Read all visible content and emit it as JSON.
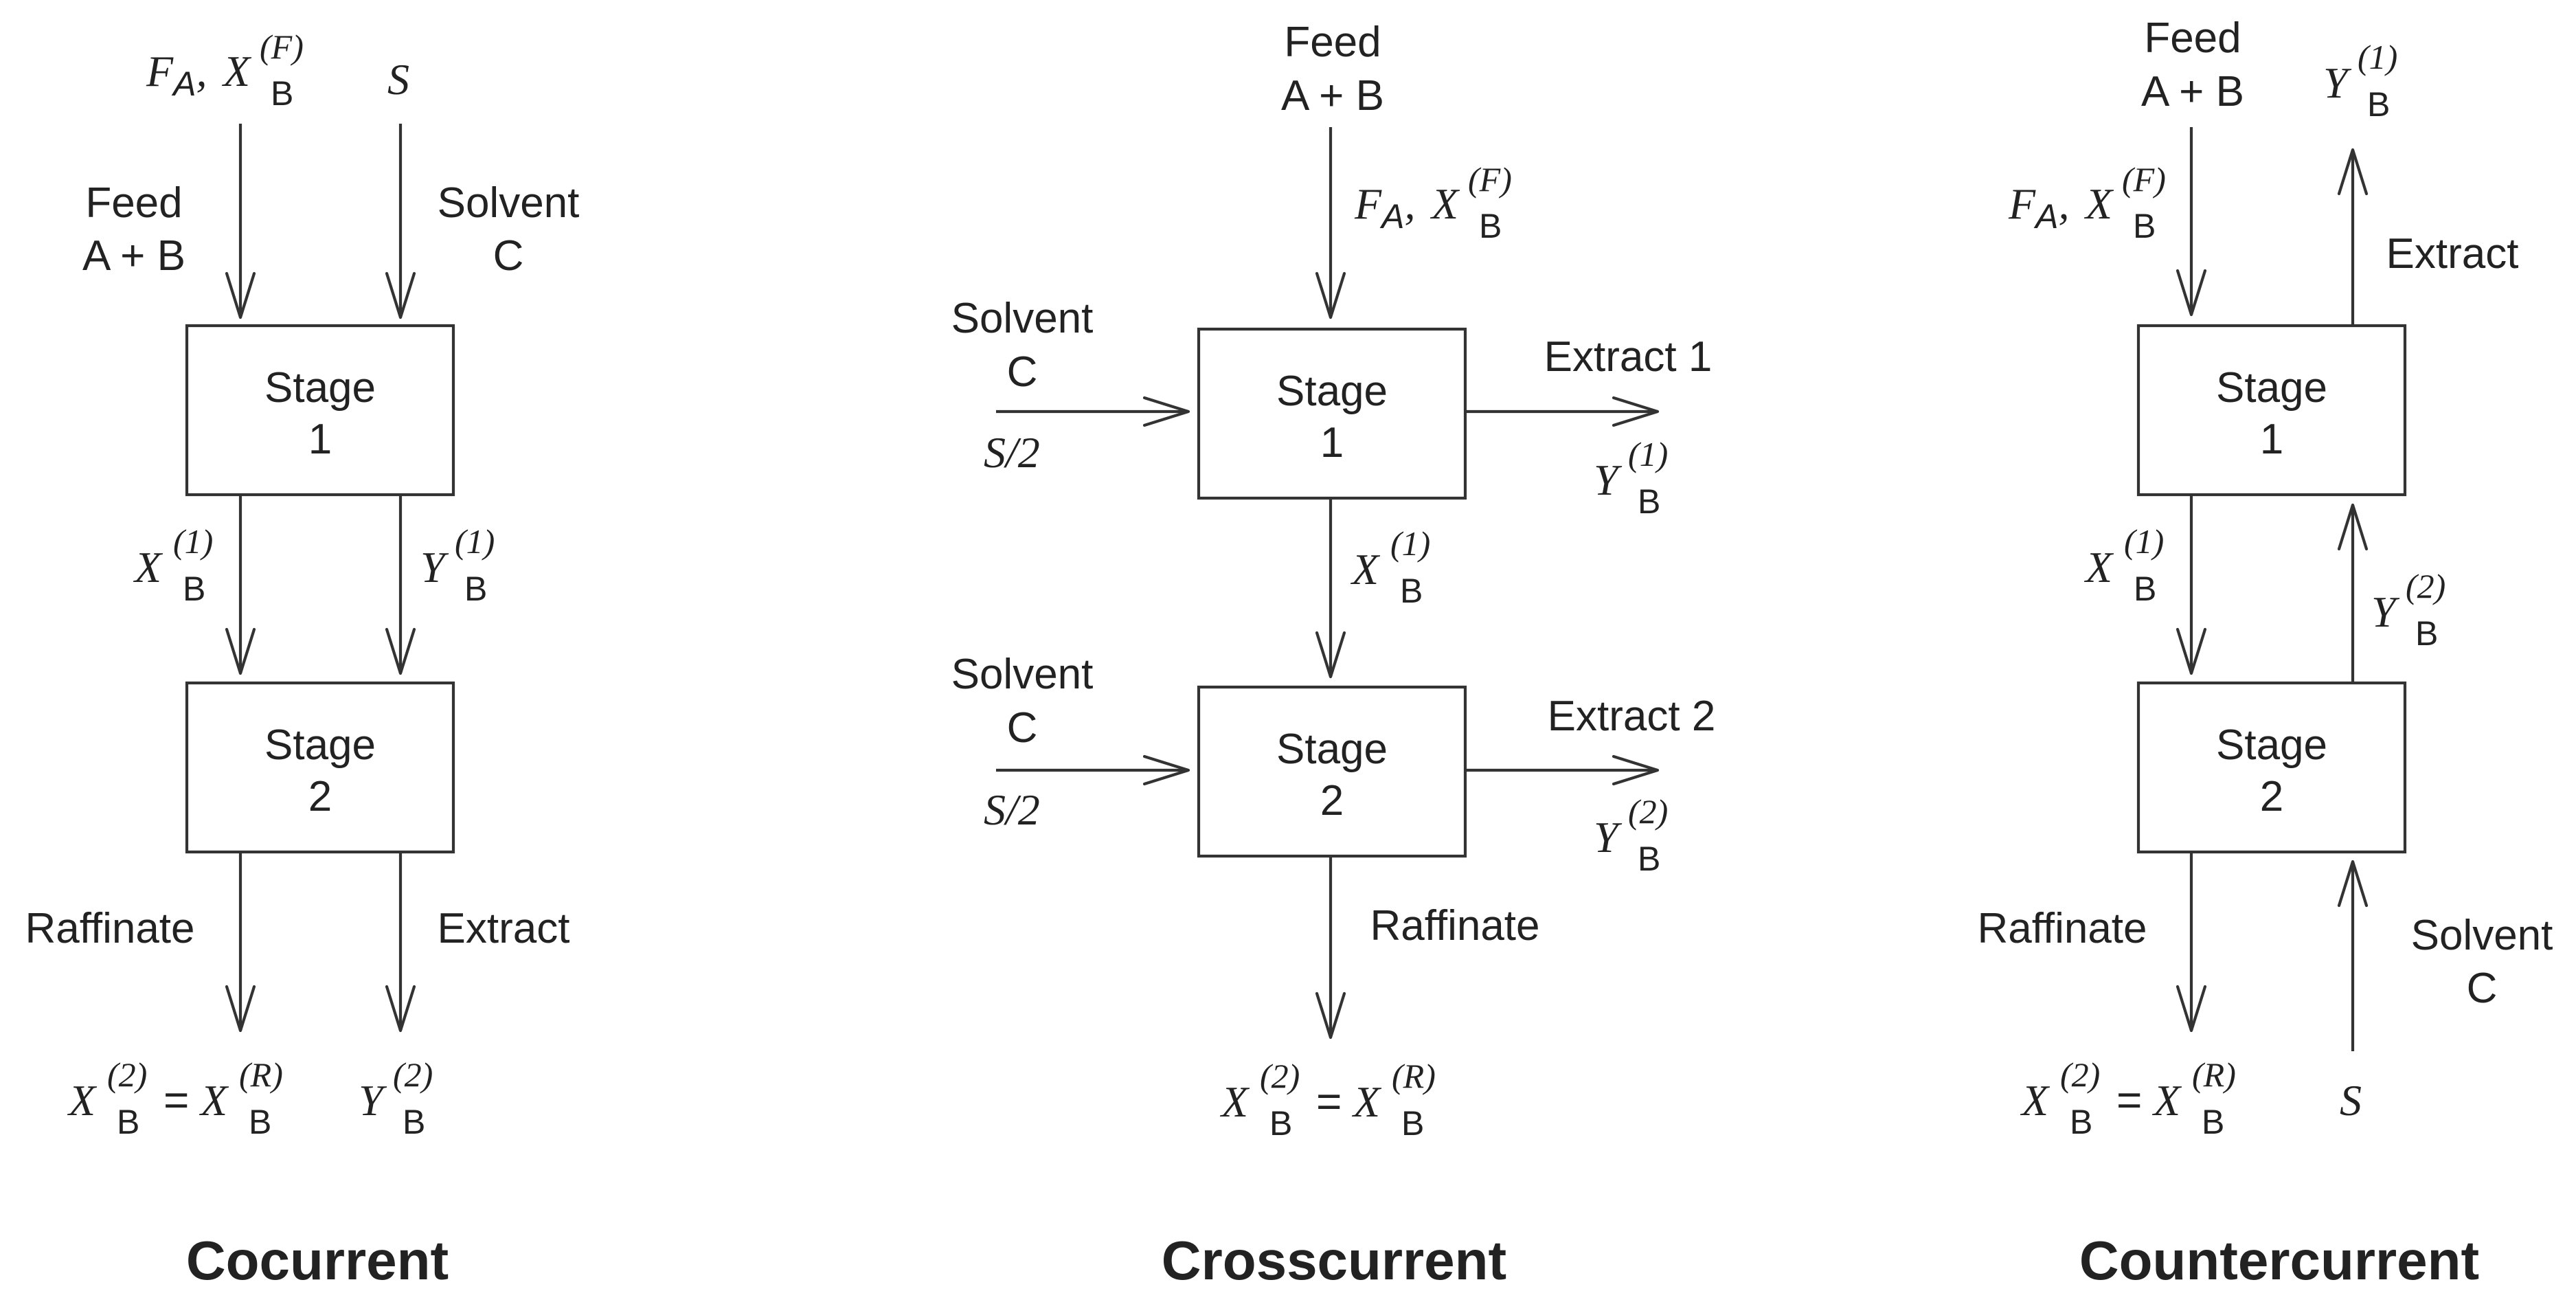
{
  "panels": [
    {
      "id": "cocurrent",
      "title": "Cocurrent",
      "stage1": [
        "Stage",
        "1"
      ],
      "stage2": [
        "Stage",
        "2"
      ],
      "feed_label": [
        "Feed",
        "A + B"
      ],
      "solvent_label": [
        "Solvent",
        "C"
      ],
      "raffinate_label": "Raffinate",
      "extract_label": "Extract",
      "sym": {
        "FA": "F",
        "A": "A",
        "X": "X",
        "B": "B",
        "sup_F": "(F)",
        "sup_1": "(1)",
        "sup_2": "(2)",
        "sup_R": "(R)",
        "S": "S",
        "Y": "Y",
        "eq": "="
      }
    },
    {
      "id": "crosscurrent",
      "title": "Crosscurrent",
      "stage1": [
        "Stage",
        "1"
      ],
      "stage2": [
        "Stage",
        "2"
      ],
      "feed_label": [
        "Feed",
        "A + B"
      ],
      "solvent1_label": [
        "Solvent",
        "C"
      ],
      "solvent2_label": [
        "Solvent",
        "C"
      ],
      "s_half": "S/2",
      "extract1_label": "Extract 1",
      "extract2_label": "Extract 2",
      "raffinate_label": "Raffinate"
    },
    {
      "id": "countercurrent",
      "title": "Countercurrent",
      "stage1": [
        "Stage",
        "1"
      ],
      "stage2": [
        "Stage",
        "2"
      ],
      "feed_label": [
        "Feed",
        "A + B"
      ],
      "extract_label": "Extract",
      "solvent_label": [
        "Solvent",
        "C"
      ],
      "raffinate_label": "Raffinate"
    }
  ],
  "symbols": {
    "F": "F",
    "A": "A",
    "X": "X",
    "Y": "Y",
    "B": "B",
    "S": "S",
    "sup_F": "(F)",
    "sup_1": "(1)",
    "sup_2": "(2)",
    "sup_R": "(R)",
    "eq": "=",
    "comma": ","
  }
}
